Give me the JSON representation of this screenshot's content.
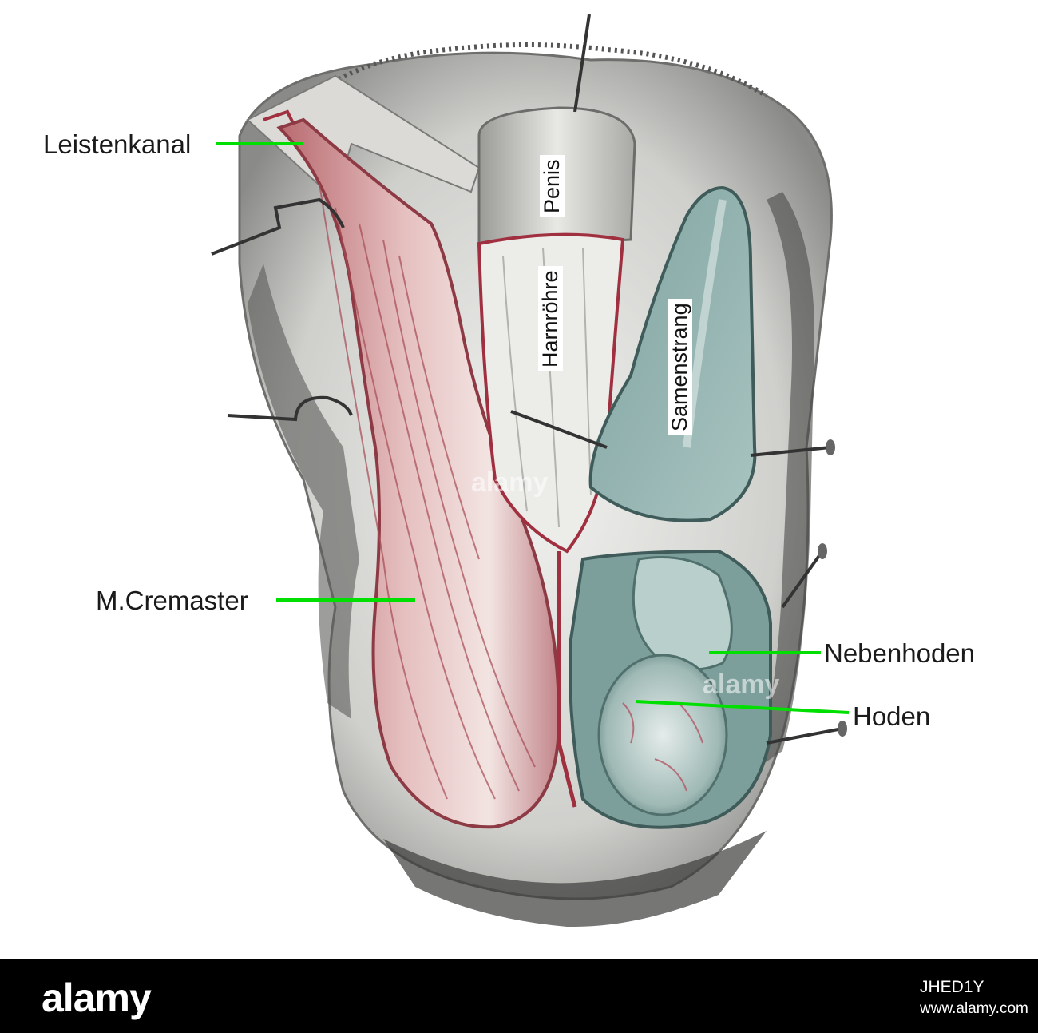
{
  "labels": {
    "leistenkanal": "Leistenkanal",
    "cremaster": "M.Cremaster",
    "nebenhoden": "Nebenhoden",
    "hoden": "Hoden",
    "penis": "Penis",
    "harnroehre": "Harnröhre",
    "samenstrang": "Samenstrang"
  },
  "watermark": "alamy",
  "footer": {
    "brand": "alamy",
    "image_id": "JHED1Y",
    "url": "www.alamy.com"
  },
  "colors": {
    "leader_line": "#00e000",
    "muscle": "#c98a8c",
    "membrane": "#8fb1ad",
    "vessel": "#a8283a",
    "footer_bg": "#000000"
  }
}
